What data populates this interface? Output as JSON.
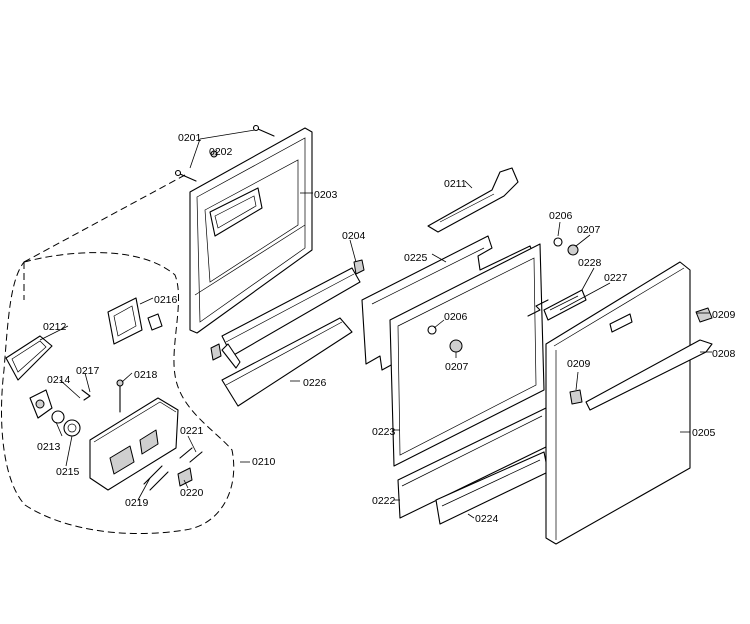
{
  "labels": {
    "p0201": "0201",
    "p0202": "0202",
    "p0203": "0203",
    "p0204": "0204",
    "p0205": "0205",
    "p0206a": "0206",
    "p0206b": "0206",
    "p0207a": "0207",
    "p0207b": "0207",
    "p0208": "0208",
    "p0209a": "0209",
    "p0209b": "0209",
    "p0210": "0210",
    "p0211": "0211",
    "p0212": "0212",
    "p0213": "0213",
    "p0214": "0214",
    "p0215": "0215",
    "p0216": "0216",
    "p0217": "0217",
    "p0218": "0218",
    "p0219": "0219",
    "p0220": "0220",
    "p0221": "0221",
    "p0222": "0222",
    "p0223": "0223",
    "p0224": "0224",
    "p0225": "0225",
    "p0226": "0226",
    "p0227": "0227",
    "p0228": "0228"
  }
}
